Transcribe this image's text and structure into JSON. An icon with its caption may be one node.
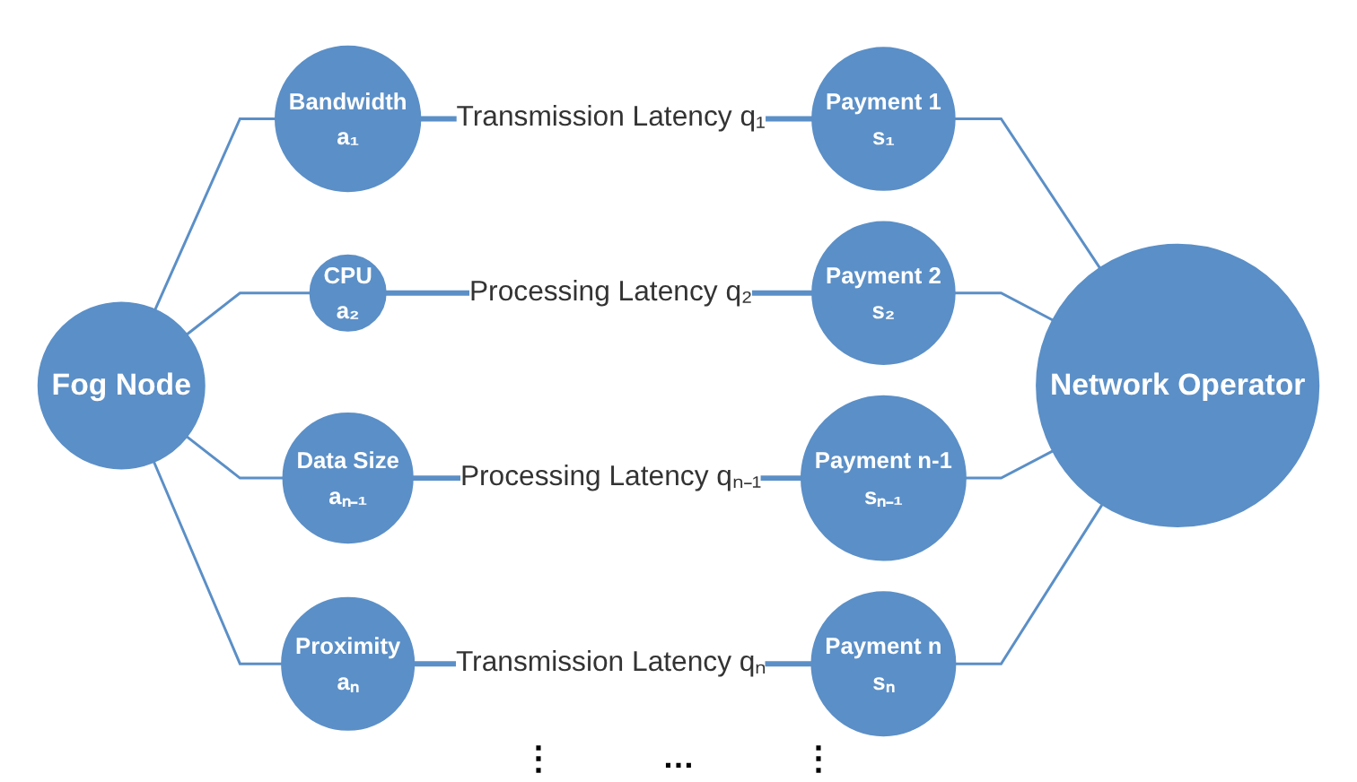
{
  "diagram": {
    "nodes": [
      {
        "text": [
          "Fog Node"
        ]
      },
      {
        "text": [
          "Bandwidth",
          "a₁"
        ]
      },
      {
        "text": [
          "CPU",
          "a₂"
        ]
      },
      {
        "text": [
          "Data Size",
          "aₙ₋₁"
        ]
      },
      {
        "text": [
          "Proximity",
          "aₙ"
        ]
      },
      {
        "text": [
          "Payment 1",
          "s₁"
        ]
      },
      {
        "text": [
          "Payment 2",
          "s₂"
        ]
      },
      {
        "text": [
          "Payment n-1",
          "sₙ₋₁"
        ]
      },
      {
        "text": [
          "Payment n",
          "sₙ"
        ]
      },
      {
        "text": [
          "Network Operator"
        ]
      }
    ],
    "edges": [
      {
        "from": 0,
        "to": 1,
        "arrow": "none"
      },
      {
        "from": 0,
        "to": 2,
        "arrow": "none"
      },
      {
        "from": 0,
        "to": 3,
        "arrow": "none"
      },
      {
        "from": 0,
        "to": 4,
        "arrow": "none"
      },
      {
        "from": 1,
        "to": 5,
        "arrow": "none",
        "label": "Transmission Latency q₁"
      },
      {
        "from": 2,
        "to": 6,
        "arrow": "none",
        "label": "Processing Latency q₂"
      },
      {
        "from": 3,
        "to": 7,
        "arrow": "none",
        "label": "Processing Latency qₙ₋₁"
      },
      {
        "from": 4,
        "to": 8,
        "arrow": "none",
        "label": "Transmission Latency qₙ"
      },
      {
        "from": 5,
        "to": 9,
        "arrow": "none"
      },
      {
        "from": 6,
        "to": 9,
        "arrow": "none"
      },
      {
        "from": 7,
        "to": 9,
        "arrow": "none"
      },
      {
        "from": 8,
        "to": 9,
        "arrow": "none"
      }
    ],
    "labels": [
      "⋮",
      "…",
      "⋮"
    ]
  }
}
